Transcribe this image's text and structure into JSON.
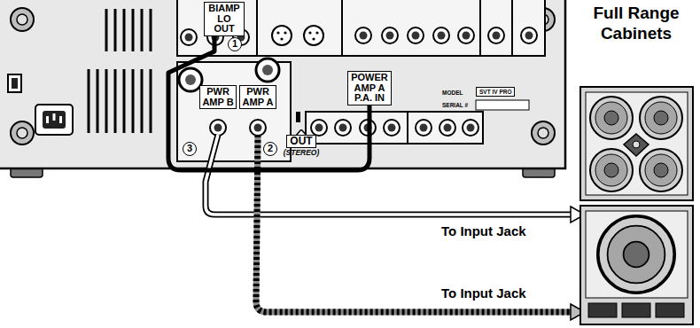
{
  "diagram": {
    "nodes": [
      {
        "text": [
          "BIAMP LO OUT"
        ]
      },
      {
        "text": [
          "PWR AMP B"
        ]
      },
      {
        "text": [
          "PWR AMP A"
        ]
      },
      {
        "text": [
          "POWER AMP A P.A. IN"
        ]
      },
      {
        "text": [
          "OUT",
          "(STEREO)"
        ]
      }
    ],
    "edges": [
      {
        "from": 0,
        "to": 3,
        "arrow": "none"
      }
    ],
    "labels": [
      "1",
      "2",
      "3",
      "MODEL",
      "SVT IV PRO",
      "SERIAL #",
      "Full Range Cabinets",
      "To Input Jack",
      "To Input Jack"
    ]
  }
}
